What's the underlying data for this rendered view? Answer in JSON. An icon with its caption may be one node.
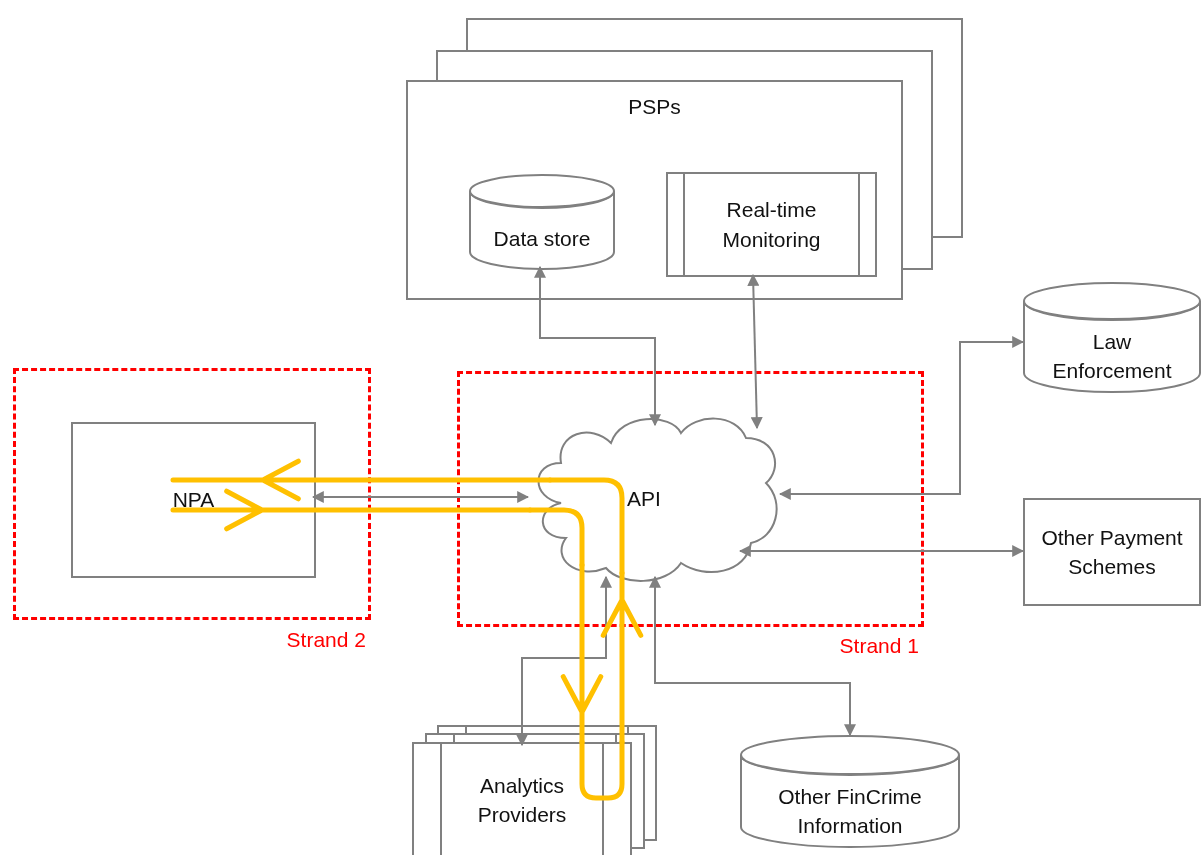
{
  "diagram": {
    "nodes": [
      {
        "text": [
          "PSPs"
        ]
      },
      {
        "text": [
          "Data store"
        ],
        "in": 0
      },
      {
        "text": [
          "Real-time Monitoring"
        ],
        "in": 0
      },
      {
        "text": [
          "Law Enforcement"
        ]
      },
      {
        "text": [
          "Strand 2"
        ]
      },
      {
        "text": [
          "NPA"
        ],
        "in": 4
      },
      {
        "text": [
          "Strand 1"
        ]
      },
      {
        "text": [
          "API"
        ],
        "in": 6
      },
      {
        "text": [
          "Other Payment Schemes"
        ]
      },
      {
        "text": [
          "Analytics Providers"
        ]
      },
      {
        "text": [
          "Other FinCrime Information"
        ]
      }
    ],
    "edges": [
      {
        "from": 7,
        "to": 1,
        "arrow": "both"
      },
      {
        "from": 7,
        "to": 2,
        "arrow": "both"
      },
      {
        "from": 7,
        "to": 3,
        "arrow": "both"
      },
      {
        "from": 7,
        "to": 8,
        "arrow": "both"
      },
      {
        "from": 5,
        "to": 7,
        "arrow": "both"
      },
      {
        "from": 7,
        "to": 9,
        "arrow": "both"
      },
      {
        "from": 7,
        "to": 10,
        "arrow": "both"
      },
      {
        "from": 5,
        "to": 7,
        "arrow": "to",
        "style": "thick",
        "color": "#ffc000"
      },
      {
        "from": 7,
        "to": 9,
        "arrow": "to",
        "style": "thick",
        "color": "#ffc000"
      },
      {
        "from": 9,
        "to": 7,
        "arrow": "to",
        "style": "thick",
        "color": "#ffc000"
      },
      {
        "from": 7,
        "to": 5,
        "arrow": "to",
        "style": "thick",
        "color": "#ffc000"
      }
    ]
  }
}
